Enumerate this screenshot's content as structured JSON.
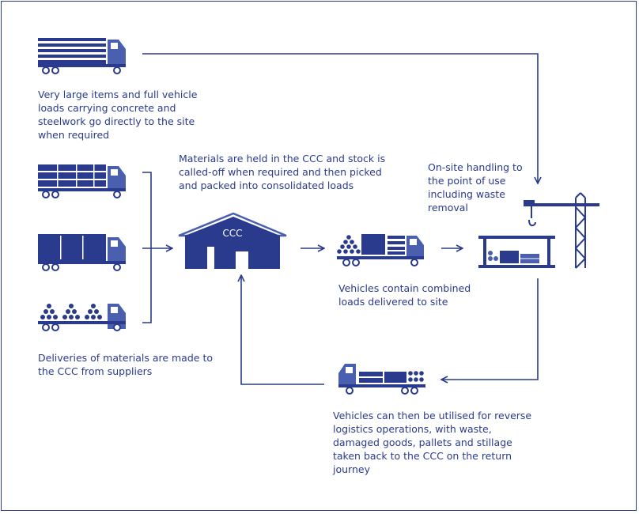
{
  "colors": {
    "primary": "#2a3a8c",
    "accent": "#4a5fb0",
    "background": "#ffffff"
  },
  "texts": {
    "direct_delivery": "Very large items and full vehicle\nloads carrying concrete and\nsteelwork go directly to the site\nwhen required",
    "ccc_holding": "Materials are held in the CCC and stock is\ncalled-off when required and then picked\nand packed into consolidated loads",
    "onsite_handling": "On-site handling to\nthe point of use\nincluding waste\nremoval",
    "supplier_deliveries": "Deliveries of materials are made to\nthe CCC from suppliers",
    "combined_loads": "Vehicles contain combined\nloads delivered to site",
    "reverse_logistics": "Vehicles can then be utilised for reverse\nlogistics operations, with waste,\ndamaged goods, pallets and stillage\ntaken back to the CCC on the return\njourney"
  },
  "nodes": {
    "ccc_label": "CCC"
  },
  "icons": [
    "truck-timber-icon",
    "truck-stacked-icon",
    "truck-container-icon",
    "truck-pipes-icon",
    "warehouse-icon",
    "truck-mixed-load-icon",
    "construction-site-crane-icon",
    "truck-return-icon"
  ]
}
